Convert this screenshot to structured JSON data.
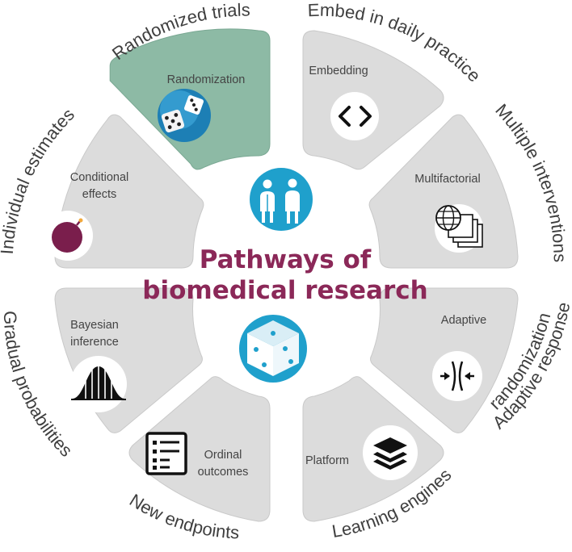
{
  "diagram": {
    "title_line1": "Pathways of",
    "title_line2": "biomedical research",
    "colors": {
      "title": "#8b2858",
      "segment": "#dcdcdc",
      "segment_highlight": "#8dbaa5",
      "icon_blue": "#1fa0cc"
    },
    "pathways": [
      {
        "outer": "Randomized trials",
        "inner": "Randomization",
        "icon": "dice-icon",
        "highlight": true
      },
      {
        "outer": "Embed in daily practice",
        "inner": "Embedding",
        "icon": "code-brackets-icon"
      },
      {
        "outer": "Multiple interventions",
        "inner": "Multifactorial",
        "icon": "globe-windows-icon"
      },
      {
        "outer_line1": "Adaptive response",
        "outer_line2": "randomization",
        "inner": "Adaptive",
        "icon": "converging-arrows-icon"
      },
      {
        "outer": "Learning engines",
        "inner": "Platform",
        "icon": "layers-icon"
      },
      {
        "outer": "New endpoints",
        "inner_line1": "Ordinal",
        "inner_line2": "outcomes",
        "icon": "checklist-icon"
      },
      {
        "outer": "Gradual probabilities",
        "inner_line1": "Bayesian",
        "inner_line2": "inference",
        "icon": "bell-curve-icon"
      },
      {
        "outer": "Individual estimates",
        "inner_line1": "Conditional",
        "inner_line2": "effects",
        "icon": "bomb-icon"
      }
    ]
  }
}
